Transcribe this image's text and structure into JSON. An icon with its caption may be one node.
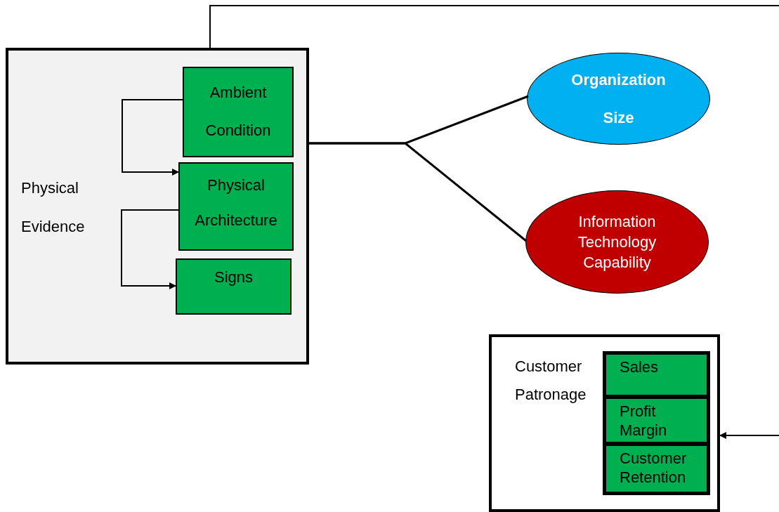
{
  "diagram": {
    "nodes": [
      {
        "text": [
          "Physical Evidence"
        ]
      },
      {
        "text": [
          "Ambient Condition"
        ],
        "in": 0
      },
      {
        "text": [
          "Physical Architecture"
        ],
        "in": 0
      },
      {
        "text": [
          "Signs"
        ],
        "in": 0
      },
      {
        "text": [
          "Organization Size"
        ]
      },
      {
        "text": [
          "Information Technology Capability"
        ]
      },
      {
        "text": [
          "Customer Patronage"
        ]
      },
      {
        "text": [
          "Sales"
        ],
        "in": 6
      },
      {
        "text": [
          "Profit Margin"
        ],
        "in": 6
      },
      {
        "text": [
          "Customer Retention"
        ],
        "in": 6
      }
    ],
    "edges": [
      {
        "from": 1,
        "to": 2,
        "arrow": "to"
      },
      {
        "from": 2,
        "to": 3,
        "arrow": "to"
      },
      {
        "from": 0,
        "to": 4,
        "arrow": "none"
      },
      {
        "from": 0,
        "to": 5,
        "arrow": "none"
      },
      {
        "from": 0,
        "to": null,
        "arrow": "none"
      },
      {
        "from": null,
        "to": 6,
        "arrow": "to"
      }
    ]
  }
}
